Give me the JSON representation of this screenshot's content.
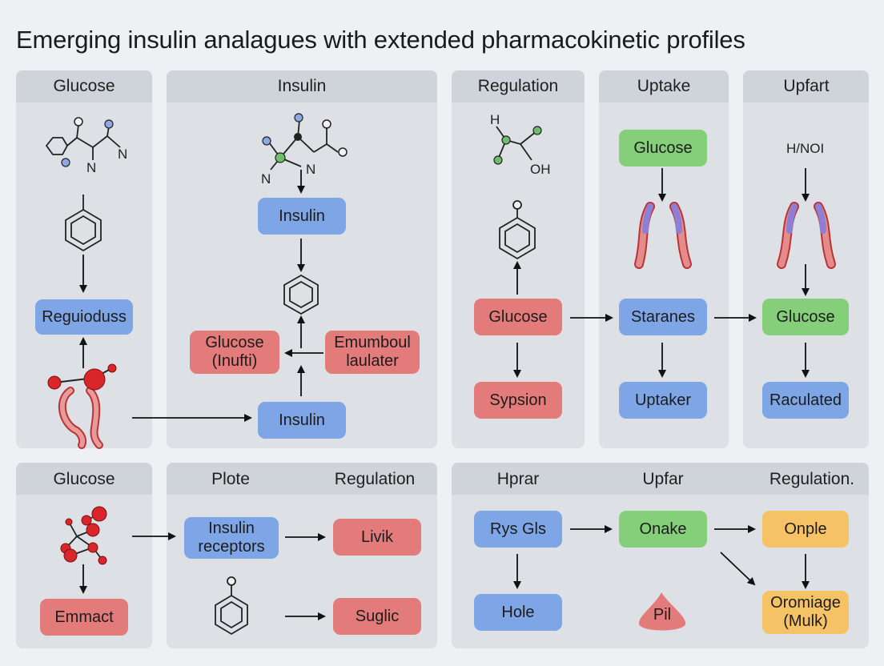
{
  "title": "Emerging insulin analagues with extended pharmacokinetic profiles",
  "panels": {
    "p1": {
      "header": "Glucose",
      "node_regulation": "Reguioduss"
    },
    "p2": {
      "header": "Insulin",
      "node_insulin_top": "Insulin",
      "node_glucose": "Glucose\n(Inufti)",
      "node_emumboul": "Emumboul\nlaulater",
      "node_insulin_bottom": "Insulin"
    },
    "p3": {
      "header": "Regulation",
      "node_glucose": "Glucose",
      "node_sypsion": "Sypsion",
      "mol_h": "H",
      "mol_oh": "OH"
    },
    "p4": {
      "header": "Uptake",
      "node_glucose": "Glucose",
      "node_staranes": "Staranes",
      "node_uptaker": "Uptaker"
    },
    "p5": {
      "header": "Upfart",
      "formula": "H/NOI",
      "node_glucose": "Glucose",
      "node_raculated": "Raculated"
    },
    "p6": {
      "header": "Glucose",
      "node_emmact": "Emmact"
    },
    "p7": {
      "header_left": "Plote",
      "header_right": "Regulation",
      "node_receptors": "Insulin\nreceptors",
      "node_livik": "Livik",
      "node_suglic": "Suglic"
    },
    "p8": {
      "header_left": "Hprar",
      "header_mid": "Upfar",
      "header_right": "Regulation.",
      "node_rys": "Rys Gls",
      "node_onake": "Onake",
      "node_onple": "Onple",
      "node_hole": "Hole",
      "node_pil": "Pil",
      "node_oromiage": "Oromiage\n(Mulk)"
    }
  },
  "molecule_labels": {
    "n": "N",
    "h": "H"
  },
  "colors": {
    "blue": "#7ea6e6",
    "red": "#e47b7b",
    "green": "#86cf7a",
    "orange": "#f6c266",
    "panel": "#dde1e6",
    "panel_header": "#cfd4da"
  }
}
